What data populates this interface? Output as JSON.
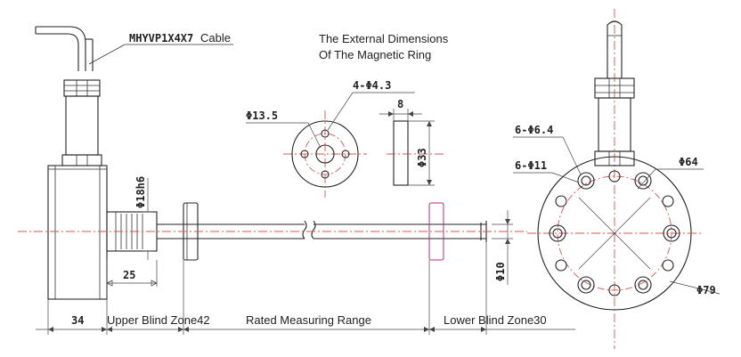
{
  "labels": {
    "cable_model": "MHYVP1X4X7",
    "cable_word": "Cable",
    "ring_title_line1": "The External Dimensions",
    "ring_title_line2": "Of The Magnetic Ring",
    "ring_holes": "4-Φ4.3",
    "ring_inner_dia": "Φ13.5",
    "ring_thickness": "8",
    "ring_outer_dia": "Φ33",
    "shaft_dia": "Φ18h6",
    "shaft_length": "25",
    "head_width": "34",
    "upper_blind_zone": "Upper Blind Zone42",
    "rated_range": "Rated Measuring Range",
    "lower_blind_zone": "Lower Blind Zone30",
    "rod_dia": "Φ10",
    "flange_holes_large": "6-Φ6.4",
    "flange_holes_small": "6-Φ11",
    "flange_pcd": "Φ64",
    "flange_outer": "Φ79"
  }
}
